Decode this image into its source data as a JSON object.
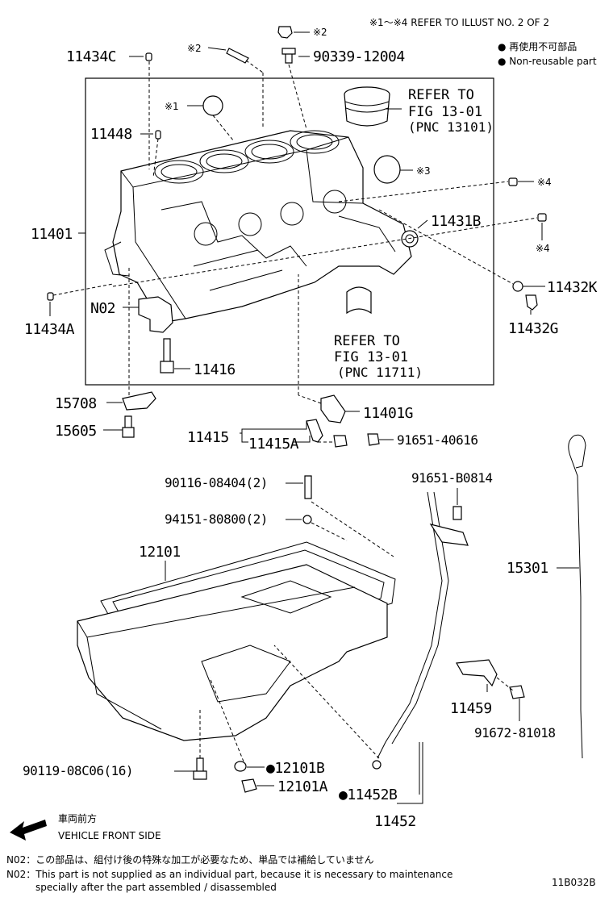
{
  "header": {
    "refer_note": "※1～※4  REFER TO ILLUST NO. 2 OF 2",
    "legend_jp": "● 再使用不可部品",
    "legend_en": "● Non-reusable part"
  },
  "callouts": {
    "p11434C": "11434C",
    "p90339": "90339-12004",
    "p11448": "11448",
    "p11401": "11401",
    "p11431B": "11431B",
    "p11432K": "11432K",
    "p11432G": "11432G",
    "p11434A": "11434A",
    "pN02": "N02",
    "p11416": "11416",
    "p15708": "15708",
    "p15605": "15605",
    "p11401G": "11401G",
    "p11415": "11415",
    "p11415A": "11415A",
    "p91651_40616": "91651-40616",
    "p90116": "90116-08404(2)",
    "p94151": "94151-80800(2)",
    "p12101": "12101",
    "p91651_B0814": "91651-B0814",
    "p15301": "15301",
    "p11459": "11459",
    "p91672": "91672-81018",
    "p90119": "90119-08C06(16)",
    "p12101B": "●12101B",
    "p12101A": "12101A",
    "p11452B": "●11452B",
    "p11452": "11452"
  },
  "marks": {
    "m1": "※1",
    "m2a": "※2",
    "m2b": "※2",
    "m3": "※3",
    "m4a": "※4",
    "m4b": "※4"
  },
  "refer1": {
    "l1": "REFER TO",
    "l2": "FIG 13-01",
    "l3": "(PNC 13101)"
  },
  "refer2": {
    "l1": "REFER TO",
    "l2": "FIG 13-01",
    "l3": "(PNC 11711)"
  },
  "front": {
    "jp": "車両前方",
    "en": "VEHICLE FRONT SIDE"
  },
  "footnotes": {
    "n1": "N02：この部品は、組付け後の特殊な加工が必要なため、単品では補給していません",
    "n2a": "N02：This part is not supplied as an individual part, because it is necessary to maintenance",
    "n2b": "specially after the part assembled / disassembled"
  },
  "illust_id": "11B032B"
}
